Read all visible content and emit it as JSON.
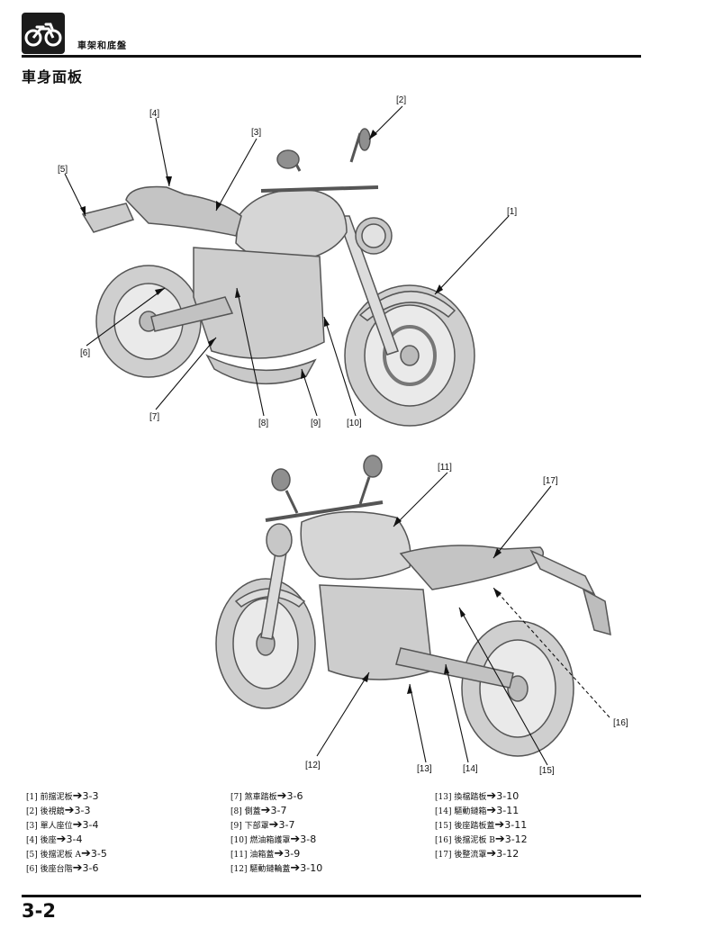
{
  "header": {
    "section_title": "車架和底盤",
    "icon": "motorcycle-icon"
  },
  "page_title": "車身面板",
  "illustration_top": {
    "callouts": [
      "[1]",
      "[2]",
      "[3]",
      "[4]",
      "[5]",
      "[6]",
      "[7]",
      "[8]",
      "[9]",
      "[10]"
    ]
  },
  "illustration_bottom": {
    "callouts": [
      "[11]",
      "[12]",
      "[13]",
      "[14]",
      "[15]",
      "[16]",
      "[17]"
    ]
  },
  "legend": {
    "arrow_glyph": "➔",
    "columns": [
      [
        {
          "label": "[1] 前擋泥板",
          "page": "3-3"
        },
        {
          "label": "[2] 後視鏡",
          "page": "3-3"
        },
        {
          "label": "[3] 單人座位",
          "page": "3-4"
        },
        {
          "label": "[4] 後座",
          "page": "3-4"
        },
        {
          "label": "[5] 後擋泥板 A",
          "page": "3-5"
        },
        {
          "label": "[6] 後座台階",
          "page": "3-6"
        }
      ],
      [
        {
          "label": "[7] 煞車踏板",
          "page": "3-6"
        },
        {
          "label": "[8] 側蓋",
          "page": "3-7"
        },
        {
          "label": "[9] 下部罩",
          "page": "3-7"
        },
        {
          "label": "[10] 燃油箱護罩",
          "page": "3-8"
        },
        {
          "label": "[11] 油箱蓋",
          "page": "3-9"
        },
        {
          "label": "[12] 驅動鏈輪蓋",
          "page": "3-10"
        }
      ],
      [
        {
          "label": "[13] 換檔踏板",
          "page": "3-10"
        },
        {
          "label": "[14] 驅動鏈箱",
          "page": "3-11"
        },
        {
          "label": "[15] 後座踏板蓋",
          "page": "3-11"
        },
        {
          "label": "[16] 後擋泥板 B",
          "page": "3-12"
        },
        {
          "label": "[17] 後整流罩",
          "page": "3-12"
        }
      ]
    ]
  },
  "footer": {
    "page_number": "3-2"
  },
  "colors": {
    "rule": "#111111",
    "body_fill": "#dcdcdc",
    "body_stroke": "#555555"
  }
}
